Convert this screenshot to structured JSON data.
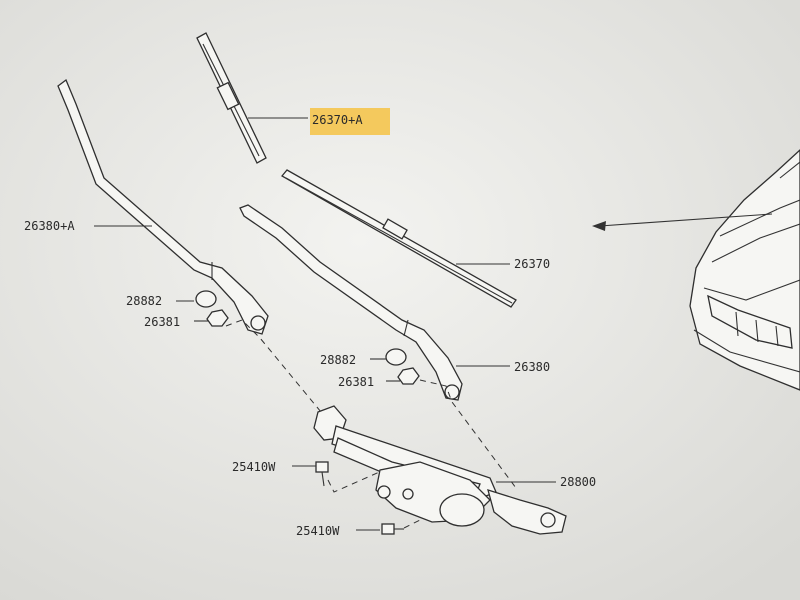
{
  "callouts": [
    {
      "id": "blade_rh_a",
      "text": "26370+A",
      "highlight": "#f4c95d"
    },
    {
      "id": "arm_lh_a",
      "text": "26380+A"
    },
    {
      "id": "cap_lh",
      "text": "28882"
    },
    {
      "id": "nut_lh",
      "text": "26381"
    },
    {
      "id": "blade",
      "text": "26370"
    },
    {
      "id": "cap_rh",
      "text": "28882"
    },
    {
      "id": "nut_rh",
      "text": "26381"
    },
    {
      "id": "arm",
      "text": "26380"
    },
    {
      "id": "bolt_upper",
      "text": "25410W"
    },
    {
      "id": "linkage",
      "text": "28800"
    },
    {
      "id": "bolt_lower",
      "text": "25410W"
    }
  ],
  "colors": {
    "highlight": "#f4c95d",
    "line": "#333333",
    "paper": "#e9e9e6"
  }
}
